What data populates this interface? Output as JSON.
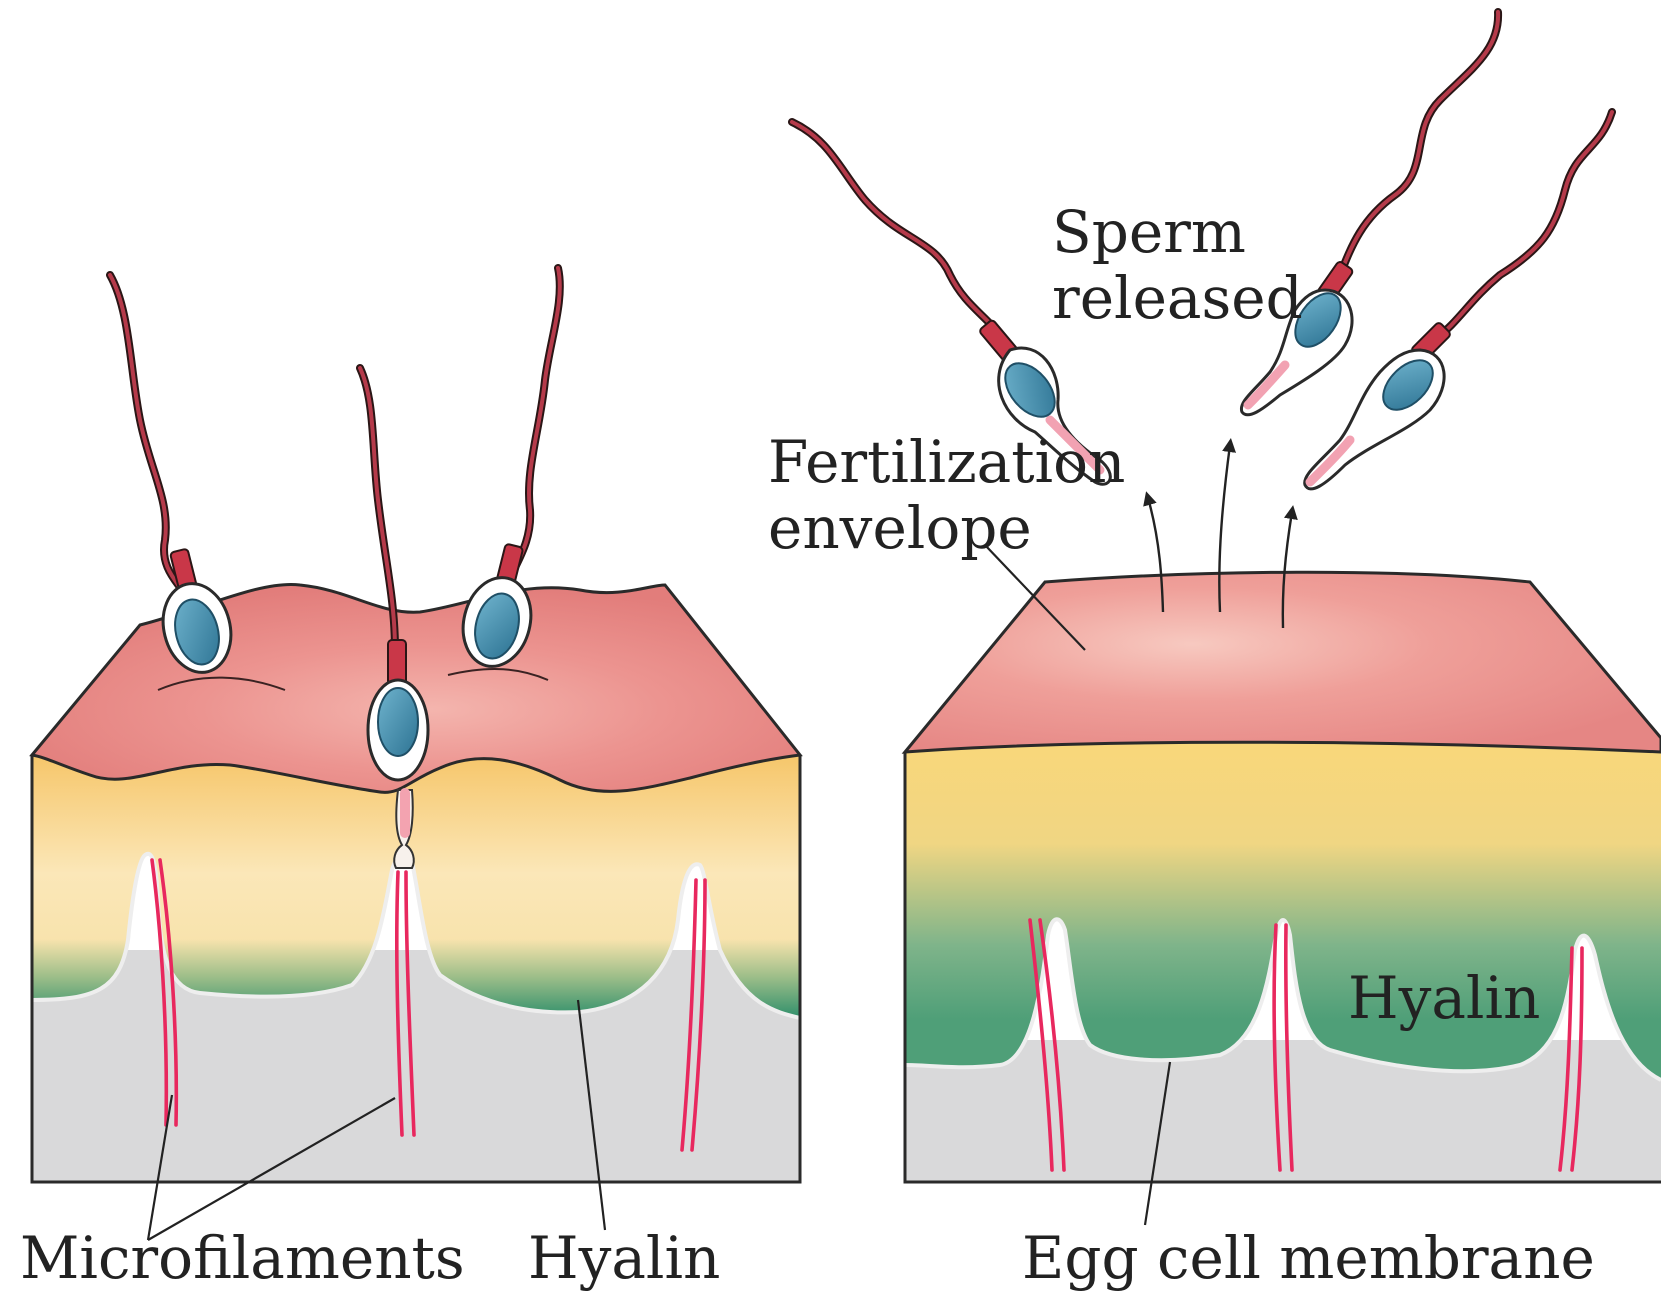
{
  "labels": {
    "microfilaments": "Microfilaments",
    "hyalin_left": "Hyalin",
    "egg_cell_membrane": "Egg cell membrane",
    "hyalin_right": "Hyalin",
    "fertilization_envelope_line1": "Fertilization",
    "fertilization_envelope_line2": "envelope",
    "sperm_released_line1": "Sperm",
    "sperm_released_line2": "released"
  },
  "colors": {
    "envelope_pink": "#e98a8a",
    "cortex_yellow": "#f9d77a",
    "hyalin_green": "#4f9f78",
    "cytoplasm_gray": "#d9d9da",
    "microfilament_red": "#e8285e",
    "sperm_head_blue": "#3f8fae"
  }
}
